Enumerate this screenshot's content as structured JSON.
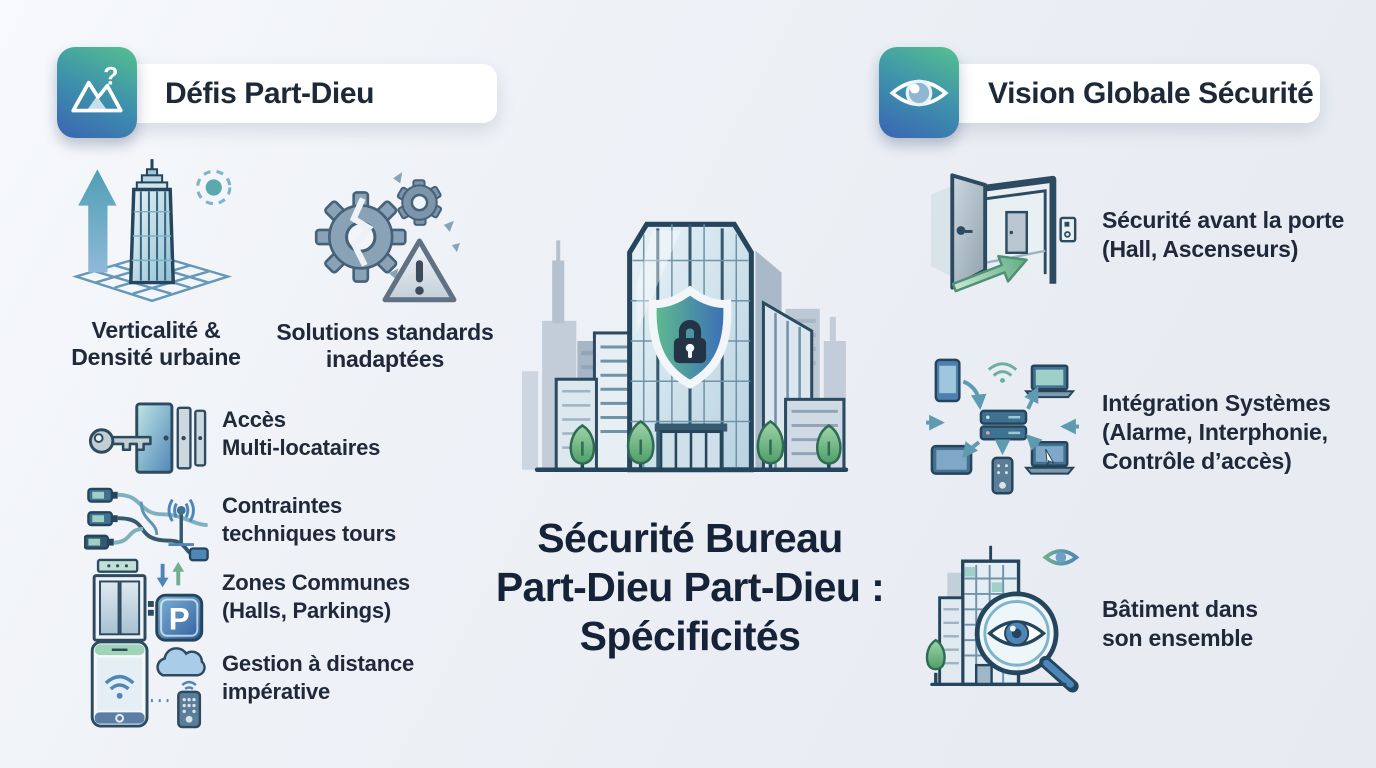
{
  "palette": {
    "background": "#edf0f5",
    "header_card_bg": "#ffffff",
    "header_text": "#1d2938",
    "tile_gradient_start": "#55c18e",
    "tile_gradient_end": "#3a64b4",
    "title_color": "#152238",
    "label_color": "#20293a",
    "accent_teal": "#5fb3a1",
    "accent_blue": "#3f7290",
    "accent_green": "#6fae8f"
  },
  "headers": {
    "left": {
      "icon": "mountain-question-icon",
      "label": "Défis Part-Dieu"
    },
    "right": {
      "icon": "eye-icon",
      "label": "Vision Globale Sécurité"
    }
  },
  "center": {
    "illustration": "secured-office-tower-skyline",
    "title_lines": [
      "Sécurité Bureau",
      "Part-Dieu Part-Dieu :",
      "Spécificités"
    ]
  },
  "left_column": {
    "top_items": [
      {
        "icon": "skyscraper-density-icon",
        "label_lines": [
          "Verticalité &",
          "Densité urbaine"
        ]
      },
      {
        "icon": "broken-gears-warning-icon",
        "label_lines": [
          "Solutions standards",
          "inadaptées"
        ]
      }
    ],
    "list_items": [
      {
        "icon": "key-doors-icon",
        "label_lines": [
          "Accès",
          "Multi-locataires"
        ]
      },
      {
        "icon": "cables-antenna-icon",
        "label_lines": [
          "Contraintes",
          "techniques tours"
        ]
      },
      {
        "icon": "elevator-parking-icon",
        "label_lines": [
          "Zones Communes",
          "(Halls, Parkings)"
        ]
      },
      {
        "icon": "phone-cloud-remote-icon",
        "label_lines": [
          "Gestion à distance",
          "impérative"
        ]
      }
    ]
  },
  "right_column": {
    "items": [
      {
        "icon": "open-door-arrow-icon",
        "label_lines": [
          "Sécurité avant la porte",
          "(Hall, Ascenseurs)"
        ]
      },
      {
        "icon": "connected-devices-icon",
        "label_lines": [
          "Intégration Systèmes",
          "(Alarme, Interphonie,",
          "Contrôle d’accès)"
        ]
      },
      {
        "icon": "building-magnifier-eye-icon",
        "label_lines": [
          "Bâtiment dans",
          "son ensemble"
        ]
      }
    ]
  }
}
